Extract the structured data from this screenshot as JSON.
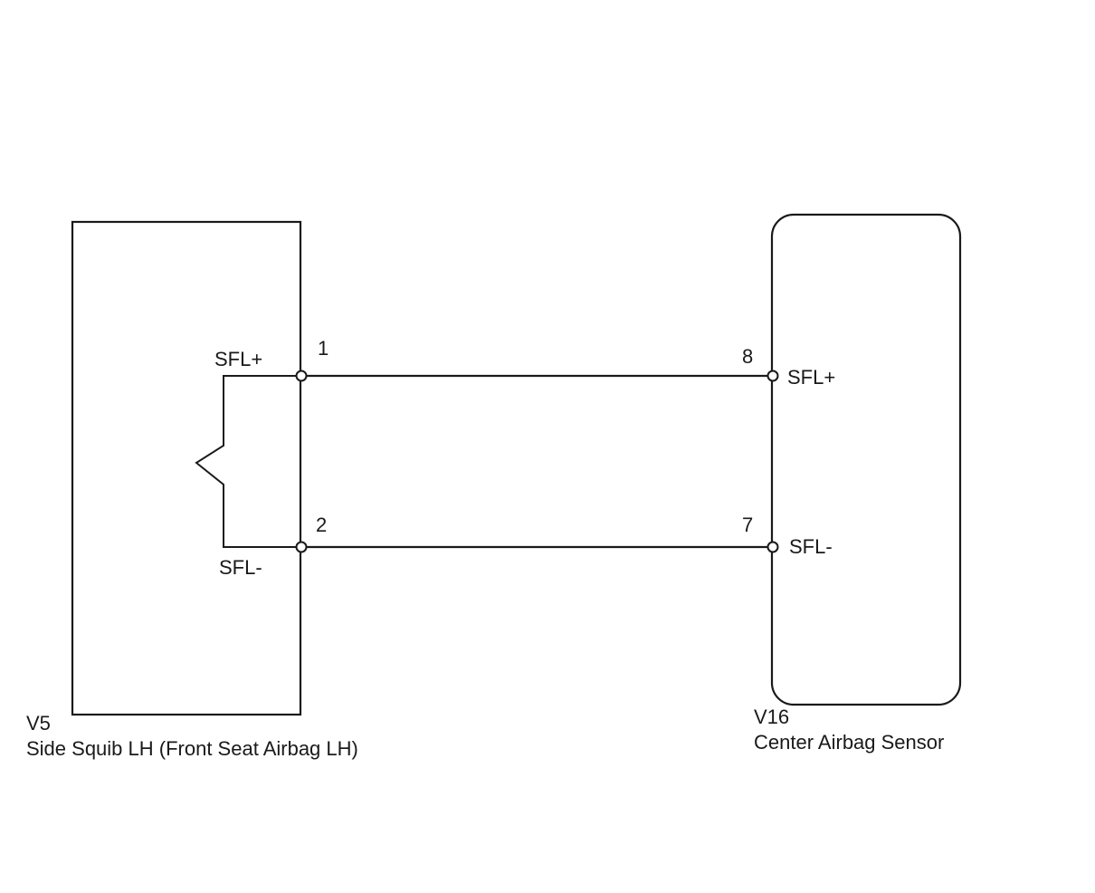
{
  "left_component": {
    "code": "V5",
    "name": "Side Squib LH (Front Seat Airbag LH)",
    "terminals": [
      {
        "number": "1",
        "signal": "SFL+"
      },
      {
        "number": "2",
        "signal": "SFL-"
      }
    ]
  },
  "right_component": {
    "code": "V16",
    "name": "Center Airbag Sensor",
    "terminals": [
      {
        "number": "8",
        "signal": "SFL+"
      },
      {
        "number": "7",
        "signal": "SFL-"
      }
    ]
  }
}
